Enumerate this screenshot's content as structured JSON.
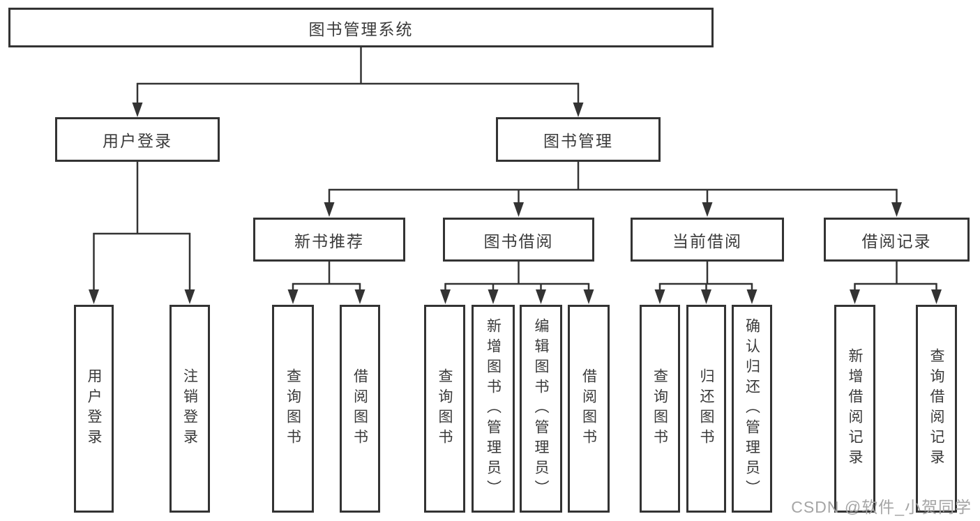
{
  "diagram": {
    "title": "图书管理系统",
    "type": "hierarchy-tree",
    "colors": {
      "line": "#333333",
      "text": "#3a3a3a",
      "background": "#ffffff",
      "watermark": "#a5a5a5"
    },
    "tree": {
      "label": "图书管理系统",
      "children": [
        {
          "label": "用户登录",
          "children": [
            {
              "label": "用户登录"
            },
            {
              "label": "注销登录"
            }
          ]
        },
        {
          "label": "图书管理",
          "children": [
            {
              "label": "新书推荐",
              "children": [
                {
                  "label": "查询图书"
                },
                {
                  "label": "借阅图书"
                }
              ]
            },
            {
              "label": "图书借阅",
              "children": [
                {
                  "label": "查询图书"
                },
                {
                  "label": "新增图书（管理员）"
                },
                {
                  "label": "编辑图书（管理员）"
                },
                {
                  "label": "借阅图书"
                }
              ]
            },
            {
              "label": "当前借阅",
              "children": [
                {
                  "label": "查询图书"
                },
                {
                  "label": "归还图书"
                },
                {
                  "label": "确认归还（管理员）"
                }
              ]
            },
            {
              "label": "借阅记录",
              "children": [
                {
                  "label": "新增借阅记录"
                },
                {
                  "label": "查询借阅记录"
                }
              ]
            }
          ]
        }
      ]
    },
    "watermark": {
      "text": "CSDN @软件_小贺同学"
    }
  }
}
